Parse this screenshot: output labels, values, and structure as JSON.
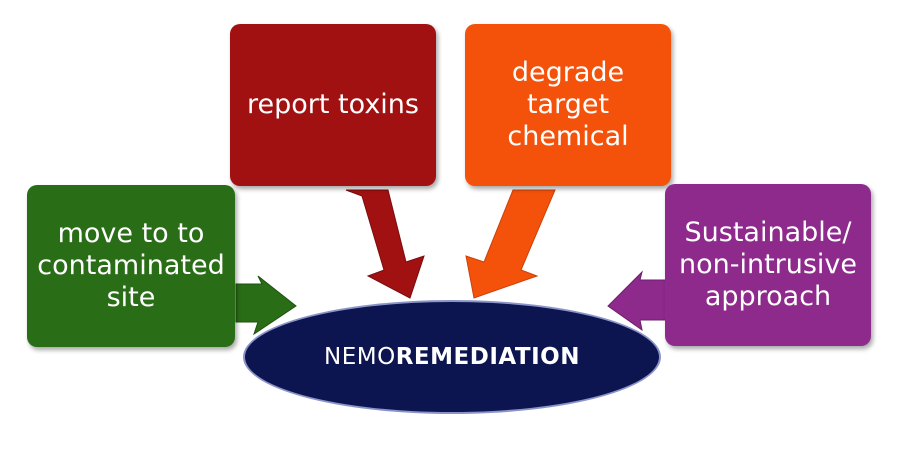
{
  "boxes": {
    "green": {
      "lines": [
        "move to to",
        "contaminated",
        "site"
      ],
      "color": "#2a6d17"
    },
    "red": {
      "lines": [
        "report toxins"
      ],
      "color": "#a21111"
    },
    "orange": {
      "lines": [
        "degrade",
        "target",
        "chemical"
      ],
      "color": "#f4520b"
    },
    "purple": {
      "lines": [
        "Sustainable/",
        "non-intrusive",
        "approach"
      ],
      "color": "#8e2a8c"
    }
  },
  "center": {
    "prefix": "NEMO",
    "bold": "REMEDIATION",
    "color": "#0d1550"
  }
}
